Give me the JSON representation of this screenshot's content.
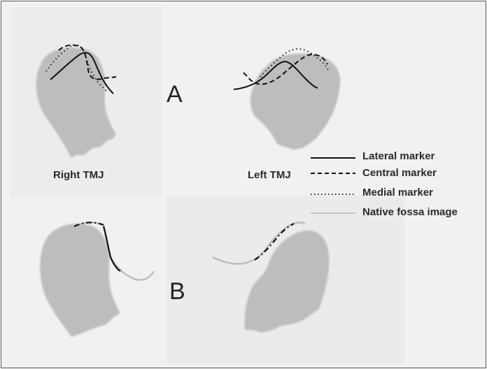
{
  "panels": {
    "a_label": "A",
    "b_label": "B"
  },
  "condyle_labels": {
    "right": "Right TMJ",
    "left": "Left TMJ"
  },
  "legend": {
    "items": [
      {
        "label": "Lateral marker",
        "style": "solid"
      },
      {
        "label": "Central marker",
        "style": "dashed"
      },
      {
        "label": "Medial marker",
        "style": "dotted"
      },
      {
        "label": "Native fossa image",
        "style": "light"
      }
    ]
  },
  "colors": {
    "condyle_fill": "#b9b9b9",
    "marker_line": "#111111",
    "fossa_line": "#bdbdbd",
    "background": "#f1f1f1"
  }
}
